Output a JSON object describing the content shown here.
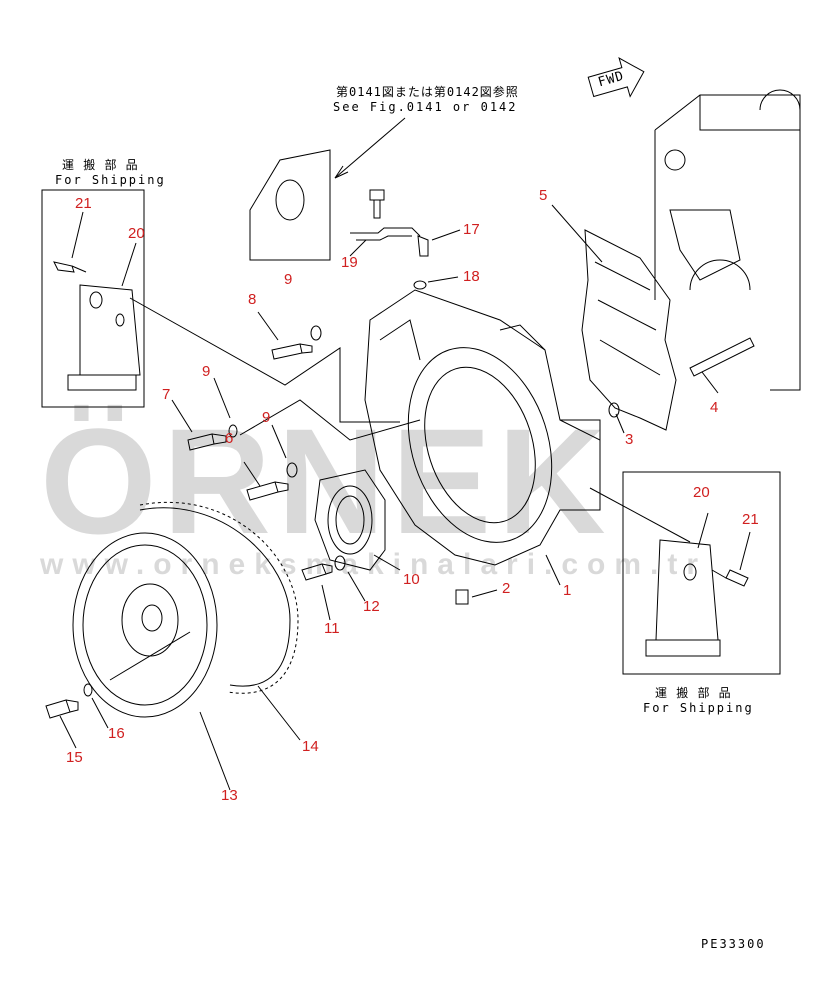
{
  "watermark": {
    "brand": "ÖRNEK",
    "url": "www.orneksmakinalari.com.tr"
  },
  "labels": {
    "see_ref_jp": "第0141図または第0142図参照",
    "see_ref_en": "See Fig.0141 or 0142",
    "shipping_jp_left": "運 搬 部 品",
    "shipping_en_left": "For Shipping",
    "shipping_jp_right": "運 搬 部 品",
    "shipping_en_right": "For Shipping",
    "fwd": "FWD",
    "drawing_code": "PE33300"
  },
  "parts": {
    "p1": "1",
    "p2": "2",
    "p3": "3",
    "p4": "4",
    "p5": "5",
    "p6": "6",
    "p7": "7",
    "p8": "8",
    "p9a": "9",
    "p9b": "9",
    "p9c": "9",
    "p10": "10",
    "p11": "11",
    "p12": "12",
    "p13": "13",
    "p14": "14",
    "p15": "15",
    "p16": "16",
    "p17": "17",
    "p18": "18",
    "p19": "19",
    "p20a": "20",
    "p20b": "20",
    "p21a": "21",
    "p21b": "21"
  },
  "colors": {
    "callout": "#d02020",
    "line": "#000000",
    "watermark": "#d9d9d9"
  }
}
